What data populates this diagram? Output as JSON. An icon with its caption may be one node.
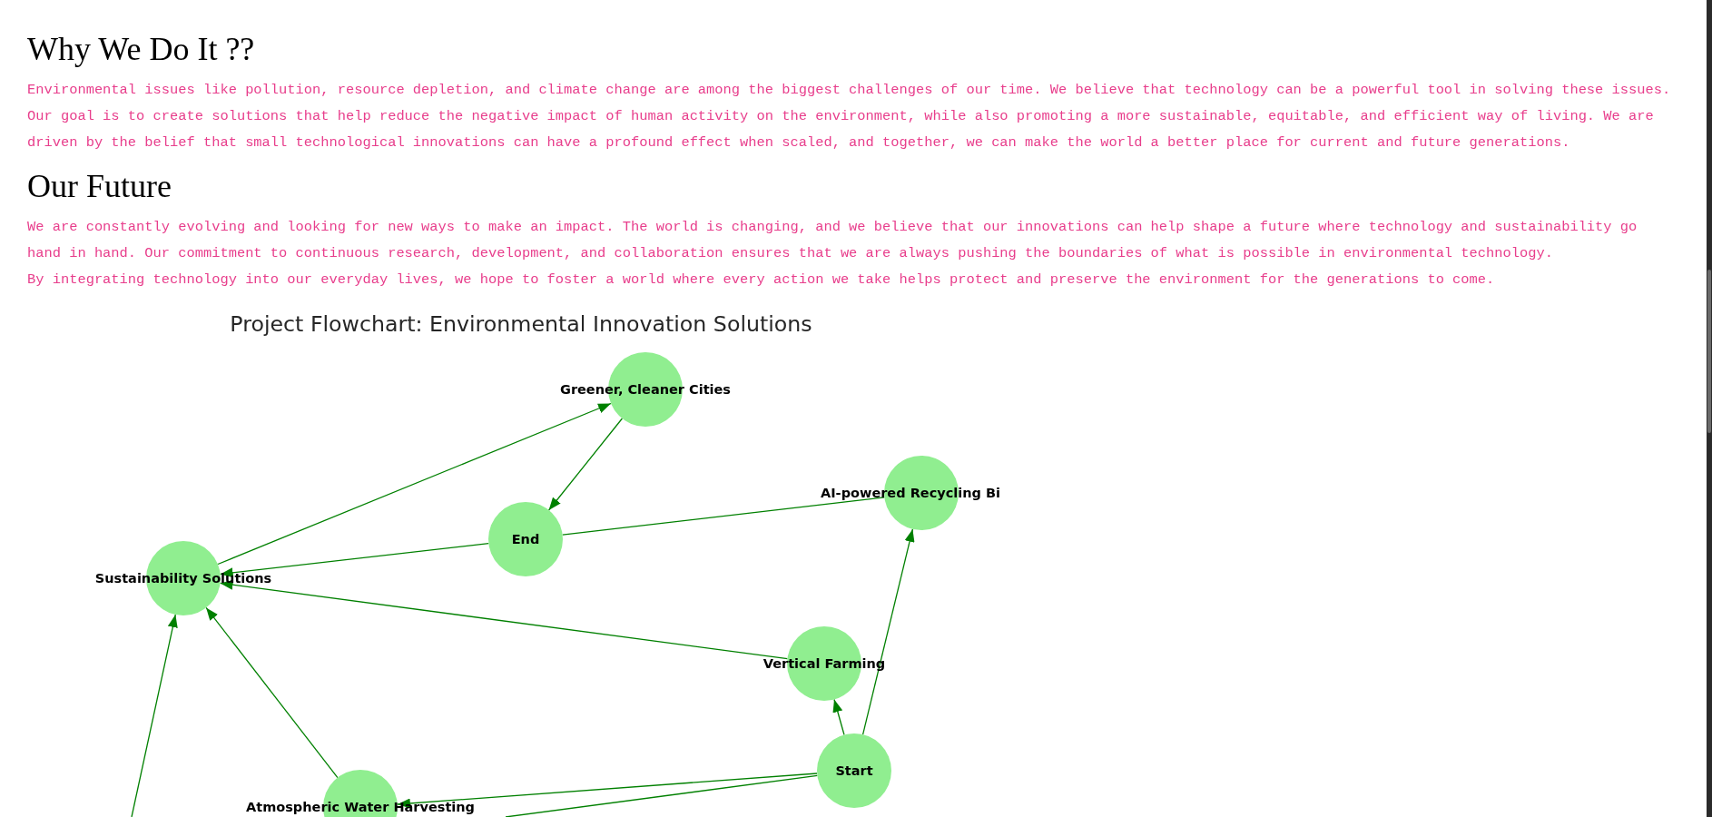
{
  "diagram": {
    "title": "Project Flowchart: Environmental Innovation Solutions",
    "nodes": [
      {
        "text": [
          "Greener, Cleaner Cities"
        ]
      },
      {
        "text": [
          "AI-powered Recycling Bi"
        ]
      },
      {
        "text": [
          "End"
        ]
      },
      {
        "text": [
          "Sustainability Solutions"
        ]
      },
      {
        "text": [
          "Vertical Farming"
        ]
      },
      {
        "text": [
          "Start"
        ]
      },
      {
        "text": [
          "Atmospheric Water Harvesting"
        ]
      }
    ],
    "edges": [
      {
        "from": 3,
        "to": 0,
        "arrow": "to"
      },
      {
        "from": 0,
        "to": 2,
        "arrow": "to"
      },
      {
        "from": 1,
        "to": 2,
        "arrow": "none"
      },
      {
        "from": 2,
        "to": 3,
        "arrow": "to"
      },
      {
        "from": 4,
        "to": 3,
        "arrow": "to"
      },
      {
        "from": 6,
        "to": 3,
        "arrow": "to"
      },
      {
        "from": null,
        "to": 3,
        "arrow": "to"
      },
      {
        "from": 5,
        "to": 4,
        "arrow": "to"
      },
      {
        "from": 5,
        "to": 1,
        "arrow": "to"
      },
      {
        "from": 5,
        "to": 6,
        "arrow": "to"
      },
      {
        "from": 5,
        "to": null,
        "arrow": "none"
      }
    ],
    "labels": [
      "Why We Do It ??",
      "Environmental issues like pollution, resource depletion, and climate change are among the biggest challenges of our time. We believe that technology can be a powerful tool in solving these issues. Our goal is to create solutions that help reduce the negative impact of human activity on the environment, while also promoting a more sustainable, equitable, and efficient way of living. We are driven by the belief that small technological innovations can have a profound effect when scaled, and together, we can make the world a better place for current and future generations.",
      "Our Future",
      "We are constantly evolving and looking for new ways to make an impact. The world is changing, and we believe that our innovations can help shape a future where technology and sustainability go hand in hand. Our commitment to continuous research, development, and collaboration ensures that we are always pushing the boundaries of what is possible in environmental technology.",
      "By integrating technology into our everyday lives, we hope to foster a world where every action we take helps protect and preserve the environment for the generations to come."
    ]
  }
}
